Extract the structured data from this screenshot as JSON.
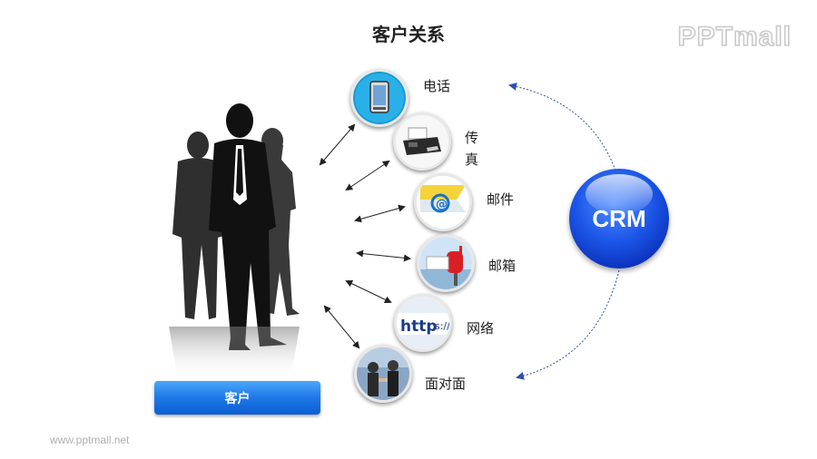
{
  "title": "客户关系",
  "logo_text": "PPTmall",
  "footer_url": "www.pptmall.net",
  "client_label": "客户",
  "crm_label": "CRM",
  "channels": [
    {
      "label": "电话",
      "icon": "phone-icon"
    },
    {
      "label": "传\n真",
      "icon": "fax-icon"
    },
    {
      "label": "邮件",
      "icon": "email-icon"
    },
    {
      "label": "邮箱",
      "icon": "mailbox-icon"
    },
    {
      "label": "网络",
      "icon": "web-icon"
    },
    {
      "label": "面对面",
      "icon": "meeting-icon"
    }
  ],
  "colors": {
    "button_blue": "#1e78e6",
    "crm_blue": "#1c56e8",
    "dotted_arrow": "#2e4fb0",
    "arrow": "#222222",
    "silhouette": "#111111"
  }
}
